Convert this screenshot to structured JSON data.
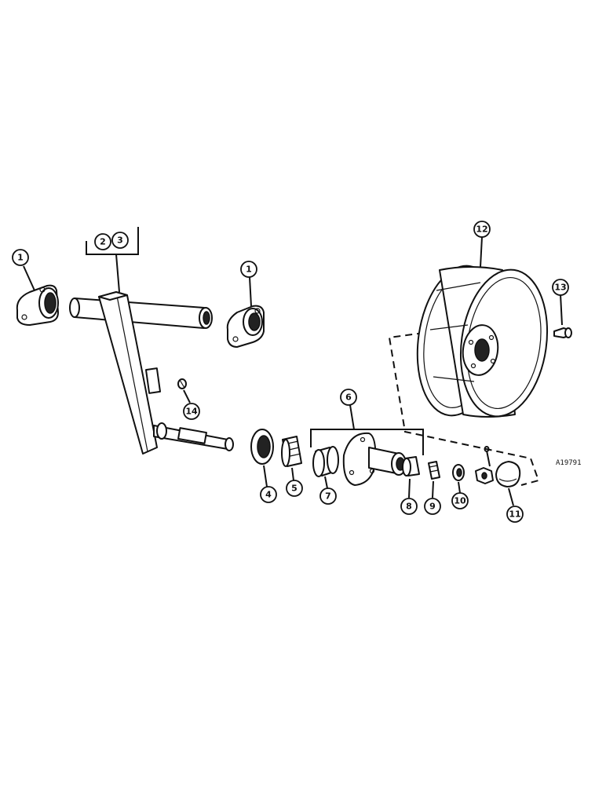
{
  "diagram": {
    "drawing_number": "A19791",
    "balloons": [
      "1",
      "2",
      "3",
      "1",
      "4",
      "5",
      "6",
      "7",
      "8",
      "9",
      "10",
      "11",
      "12",
      "13",
      "14"
    ]
  }
}
